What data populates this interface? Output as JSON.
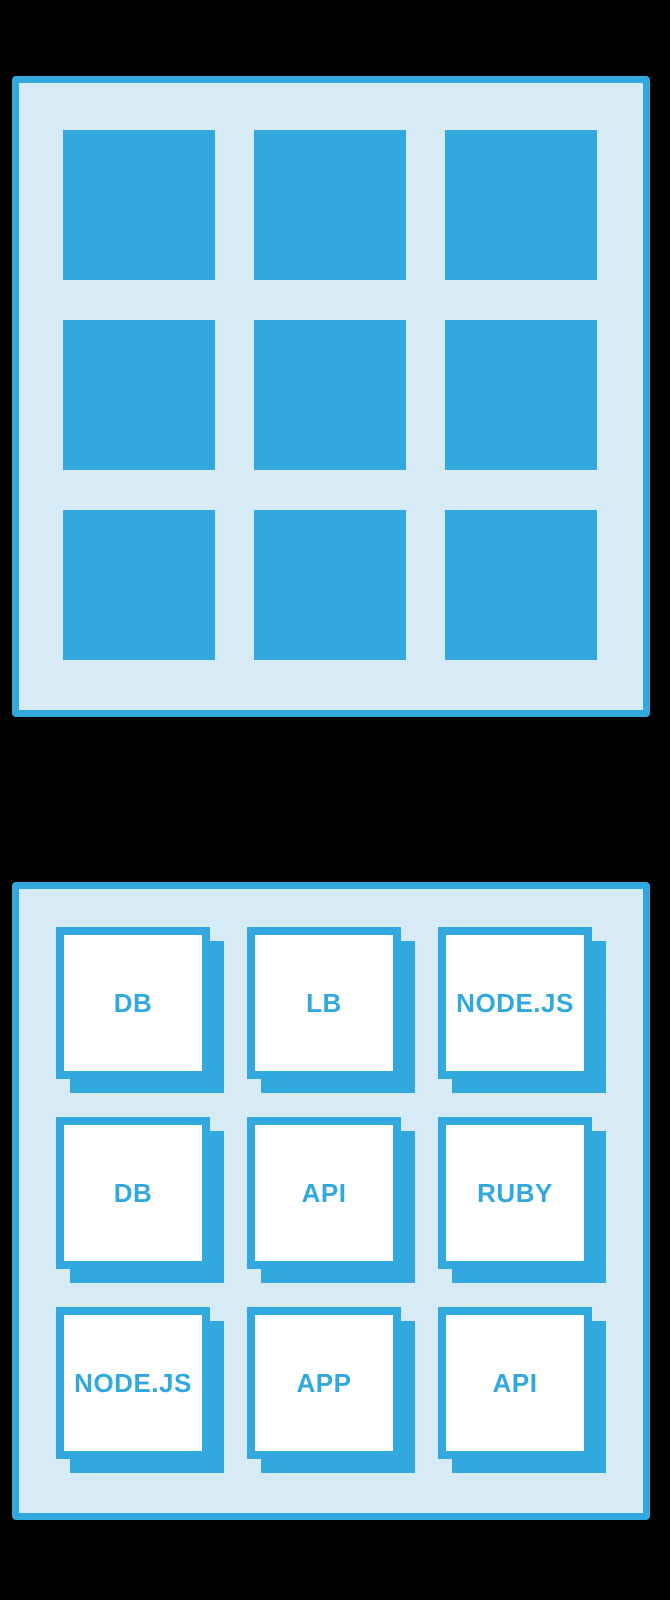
{
  "colors": {
    "background": "#000000",
    "blue": "#32A9DE",
    "panel_bg": "#D6EBF6",
    "tile_bg": "#FFFFFF"
  },
  "top_grid": {
    "tile_count": 9
  },
  "bottom_grid": {
    "labels": [
      "DB",
      "LB",
      "NODE.JS",
      "DB",
      "API",
      "RUBY",
      "NODE.JS",
      "APP",
      "API"
    ]
  }
}
